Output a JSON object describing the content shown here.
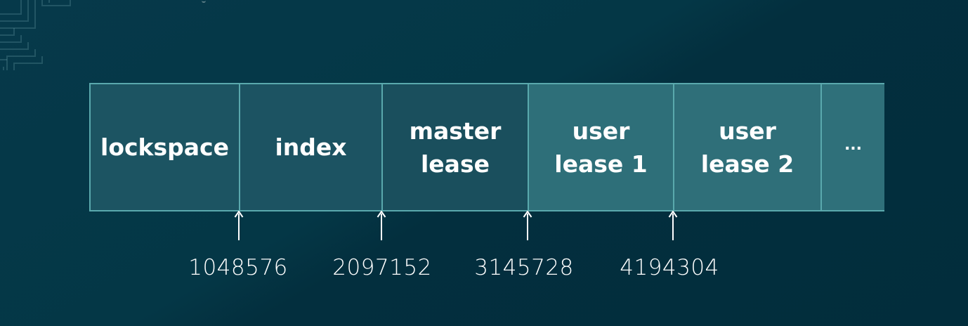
{
  "diagram": {
    "segments": [
      {
        "label": "lockspace"
      },
      {
        "label": "index"
      },
      {
        "label": "master\nlease"
      },
      {
        "label": "user\nlease 1"
      },
      {
        "label": "user\nlease 2"
      },
      {
        "label": "..."
      }
    ],
    "offsets": [
      "1048576",
      "2097152",
      "3145728",
      "4194304"
    ]
  },
  "colors": {
    "background": "#043746",
    "segment_dark": "#1c5462",
    "segment_light": "#2e6f79",
    "segment_border": "#5aa9ad",
    "text": "#ffffff"
  }
}
